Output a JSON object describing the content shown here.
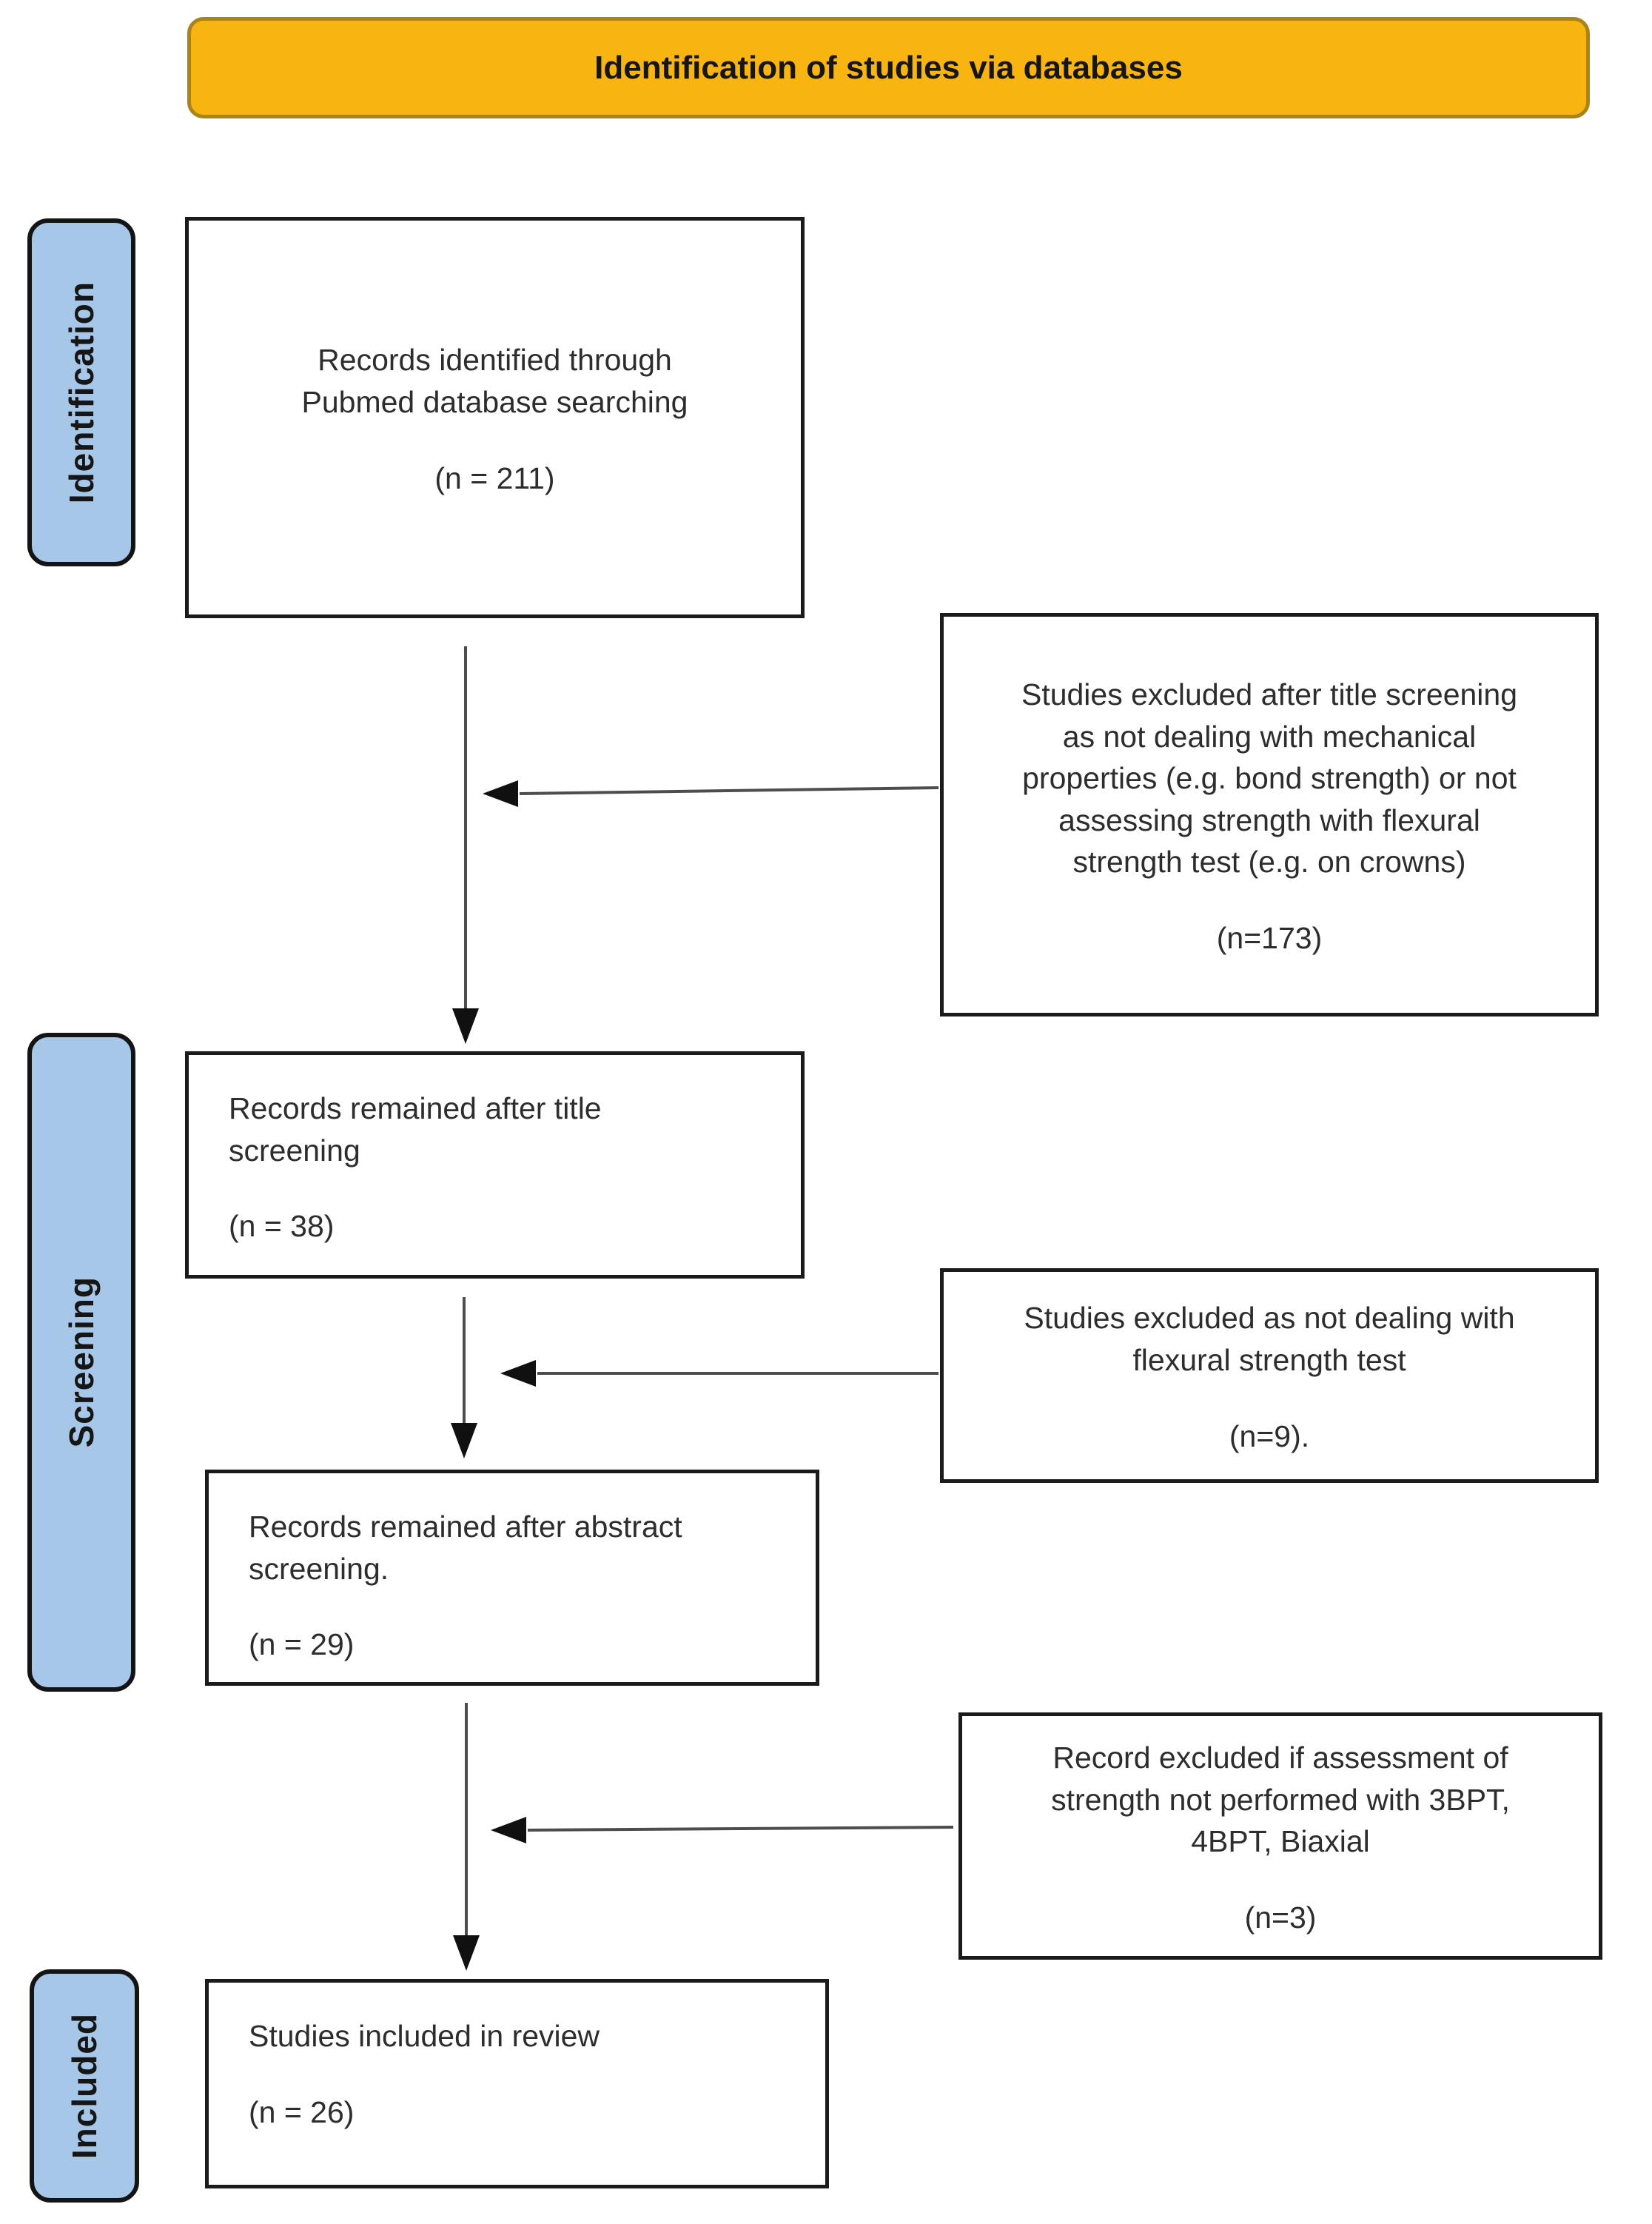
{
  "header": {
    "title": "Identification of studies via databases"
  },
  "stages": [
    {
      "label": "Identification"
    },
    {
      "label": "Screening"
    },
    {
      "label": "Included"
    }
  ],
  "boxes": {
    "records_identified": {
      "text": "Records identified through\nPubmed database searching",
      "count": "(n = 211)"
    },
    "title_screening_remained": {
      "text": "Records remained after title\nscreening",
      "count": "(n = 38)"
    },
    "abstract_screening_remained": {
      "text": "Records remained after abstract\nscreening.",
      "count": "(n = 29)"
    },
    "included_in_review": {
      "text": "Studies included in review",
      "count": "(n = 26)"
    },
    "excluded_after_title": {
      "text": "Studies excluded after title screening\nas not dealing with mechanical\nproperties (e.g. bond strength) or not\nassessing strength with flexural\nstrength test (e.g. on crowns)",
      "count": "(n=173)"
    },
    "excluded_flexural": {
      "text": "Studies excluded as not dealing with\nflexural strength test",
      "count": "(n=9)."
    },
    "excluded_method": {
      "text": "Record excluded if assessment of\nstrength not performed with 3BPT,\n4BPT, Biaxial",
      "count": "(n=3)"
    }
  },
  "colors": {
    "header_bg": "#F8B511",
    "header_border": "#A8841A",
    "stage_bg": "#A6C7E7",
    "box_border": "#1B1B1B",
    "arrow_line": "#4D4D4D",
    "arrow_head": "#101010",
    "text": "#2D2D2D"
  }
}
